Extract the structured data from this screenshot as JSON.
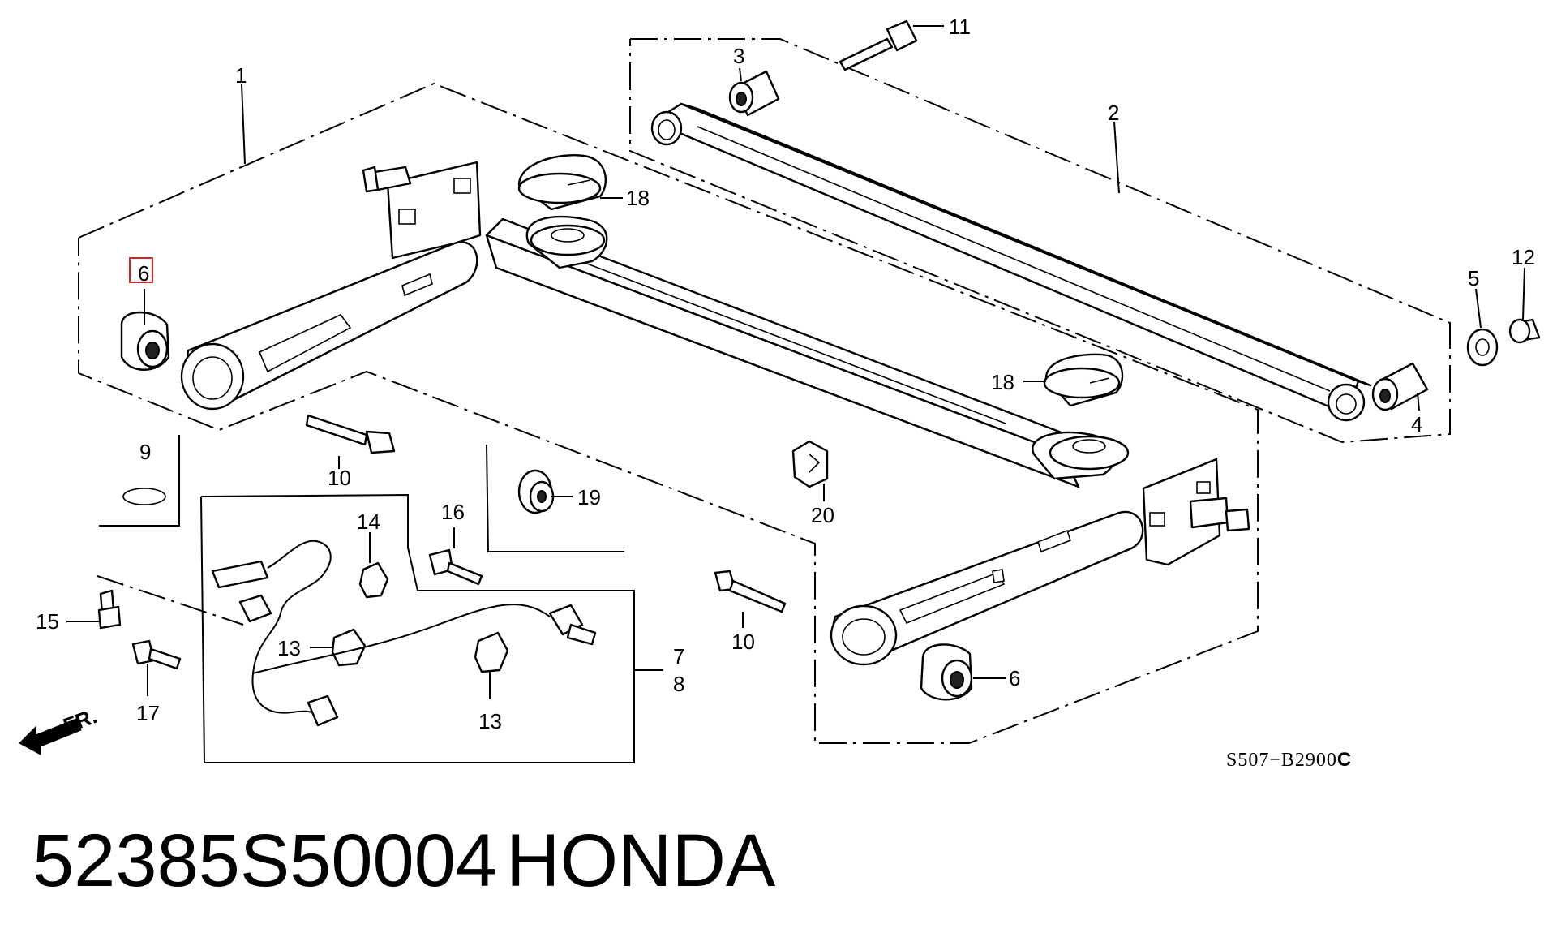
{
  "diagram": {
    "title": "Rear axle / trailing arm assembly parts diagram",
    "reference_code": "S507−B2900",
    "reference_suffix": "C",
    "part_number": "52385S50004",
    "brand": "HONDA",
    "front_indicator": "FR.",
    "highlight_color": "#e02020",
    "callouts": {
      "c1": "1",
      "c2": "2",
      "c3": "3",
      "c4": "4",
      "c5": "5",
      "c6_top": "6",
      "c6_bottom": "6",
      "c7": "7",
      "c8": "8",
      "c9": "9",
      "c10_top": "10",
      "c10_bottom": "10",
      "c11": "11",
      "c12": "12",
      "c13_left": "13",
      "c13_bottom": "13",
      "c14": "14",
      "c15": "15",
      "c16": "16",
      "c17": "17",
      "c18_top": "18",
      "c18_right": "18",
      "c19": "19",
      "c20": "20"
    }
  }
}
